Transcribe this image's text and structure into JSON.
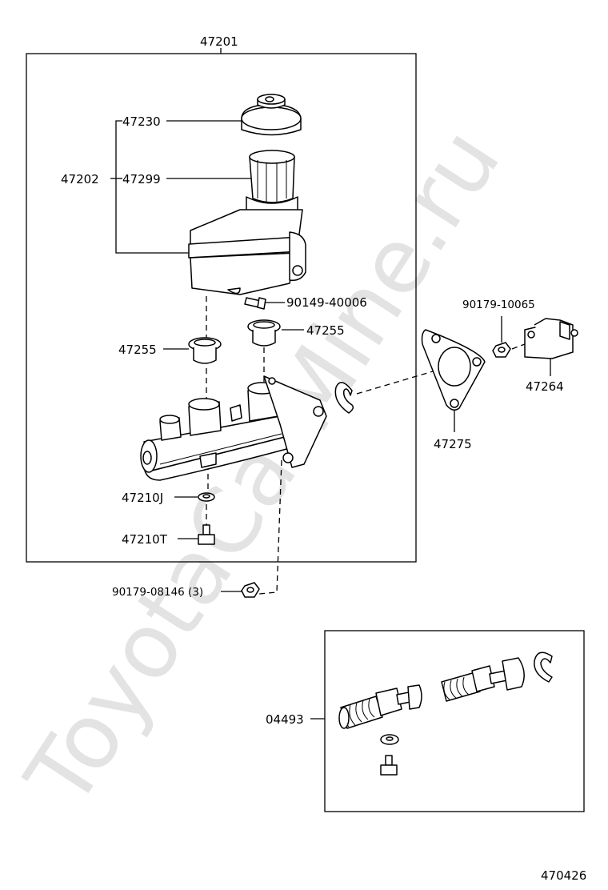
{
  "watermark": "ToyotaCarMine.ru",
  "diagram_code": "470426",
  "labels": {
    "assembly": "47201",
    "reservoir_set": "47202",
    "cap": "47230",
    "strainer": "47299",
    "screw": "90149-40006",
    "grommet_right": "47255",
    "grommet_left": "47255",
    "washer": "47210J",
    "plug": "47210T",
    "nut_3": "90179-08146 (3)",
    "nut_bracket": "90179-10065",
    "bracket": "47264",
    "gasket": "47275",
    "kit": "04493"
  }
}
